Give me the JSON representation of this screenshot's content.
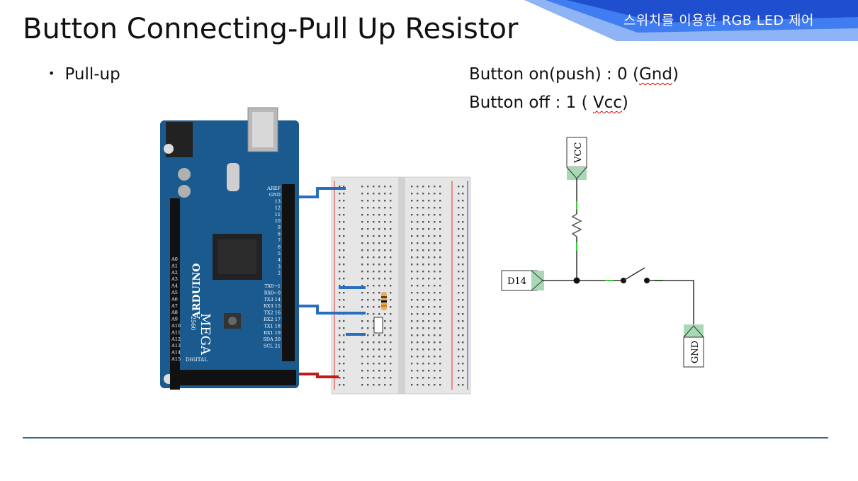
{
  "header": {
    "banner_text": "스위치를 이용한 RGB LED 제어",
    "banner_colors": [
      "#1f4fcf",
      "#3f7df0",
      "#8fb4f5"
    ]
  },
  "slide": {
    "title": "Button Connecting-Pull Up Resistor",
    "bullet": "Pull-up",
    "button_on": {
      "prefix": "Button on(push) : 0 (",
      "term": "Gnd",
      "suffix": ")"
    },
    "button_off": {
      "prefix": "Button off : 1 ( ",
      "term": "Vcc",
      "suffix": ")"
    }
  },
  "schematic": {
    "vcc_label": "VCC",
    "input_label": "D14",
    "gnd_label": "GND"
  },
  "board": {
    "brand_label": "ARDUINO",
    "model_label": "MEGA",
    "model_number": "2560",
    "digital_label": "DIGITAL",
    "analog_pins": [
      "A0",
      "A1",
      "A2",
      "A3",
      "A4",
      "A5",
      "A6",
      "A7",
      "A8",
      "A9",
      "A10",
      "A11",
      "A12",
      "A13",
      "A14",
      "A15"
    ],
    "pwm_pins": [
      "AREF",
      "GND",
      "13",
      "12",
      "11",
      "10",
      "9",
      "8",
      "7",
      "6",
      "5",
      "4",
      "3",
      "2"
    ],
    "comm_pins": [
      "TX0→1",
      "RX0←0",
      "TX3 14",
      "RX3 15",
      "TX2 16",
      "RX2 17",
      "TX1 18",
      "RX1 19",
      "SDA 20",
      "SCL 21"
    ]
  }
}
